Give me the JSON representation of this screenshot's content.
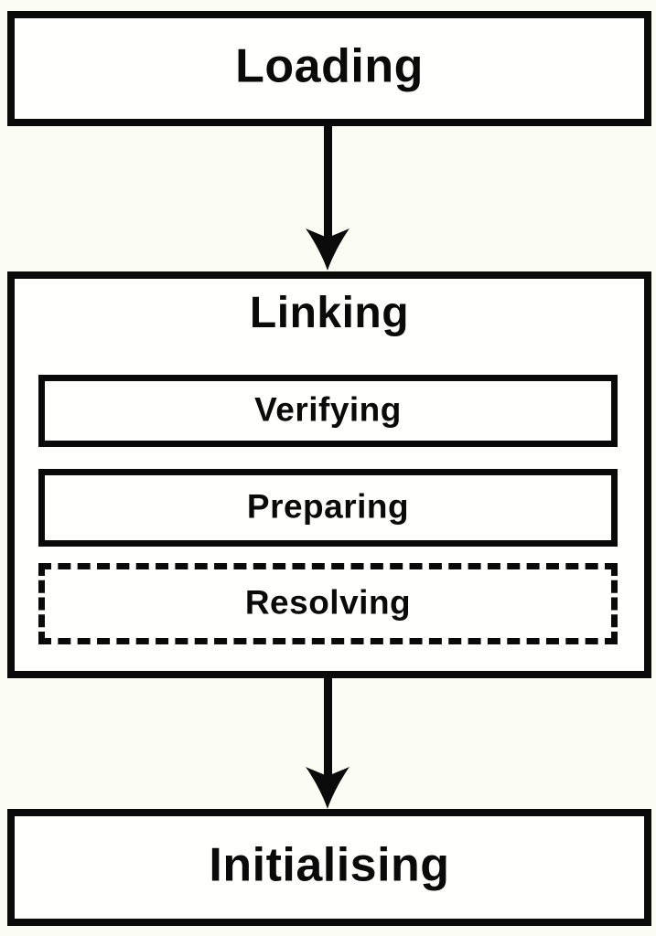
{
  "colors": {
    "border": "#0a0a0a",
    "background": "#fbfdf5",
    "box_fill": "#fffffe"
  },
  "nodes": {
    "loading": {
      "label": "Loading"
    },
    "linking": {
      "label": "Linking",
      "children": [
        {
          "id": "verifying",
          "label": "Verifying",
          "border_style": "solid"
        },
        {
          "id": "preparing",
          "label": "Preparing",
          "border_style": "solid"
        },
        {
          "id": "resolving",
          "label": "Resolving",
          "border_style": "dashed"
        }
      ]
    },
    "initialising": {
      "label": "Initialising"
    }
  },
  "arrows": [
    {
      "name": "arrow-loading-to-linking",
      "direction": "down"
    },
    {
      "name": "arrow-linking-to-initialising",
      "direction": "down"
    }
  ]
}
